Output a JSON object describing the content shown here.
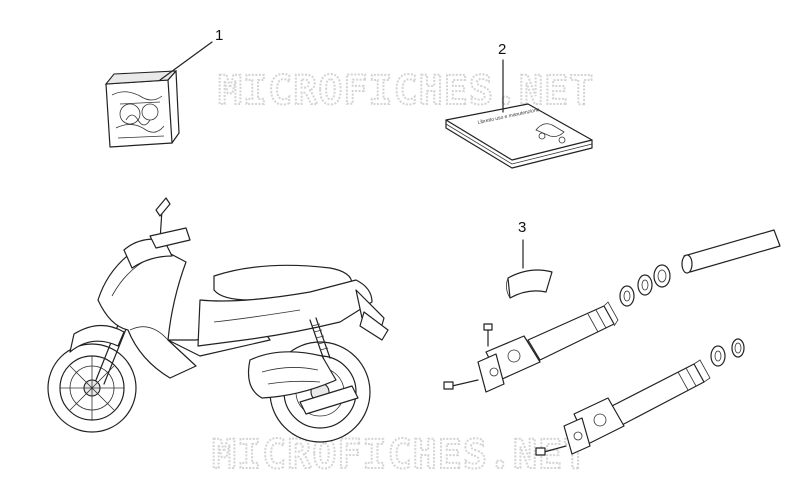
{
  "watermark": {
    "text": "MICROFICHES.NET",
    "color": "#d4d4d4"
  },
  "callouts": [
    {
      "id": "1",
      "label": "1"
    },
    {
      "id": "2",
      "label": "2"
    },
    {
      "id": "3",
      "label": "3"
    }
  ],
  "manual_title_text": "Libretto uso e manutenzione",
  "colors": {
    "line": "#222222",
    "background": "#ffffff"
  },
  "icons": [
    "decal-kit-bag-icon",
    "owner-manual-icon",
    "grease-tube-icon",
    "fork-leg-icon",
    "scooter-icon"
  ]
}
